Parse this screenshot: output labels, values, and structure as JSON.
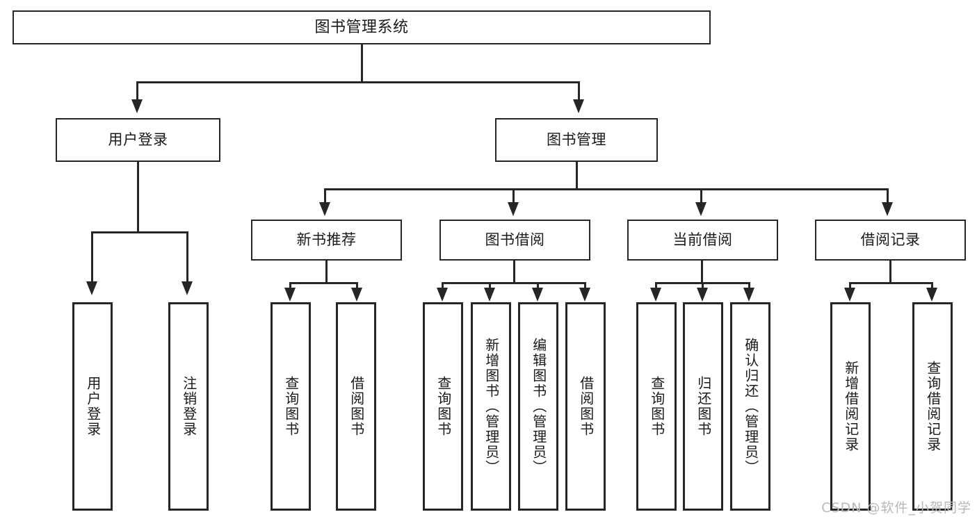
{
  "diagram": {
    "type": "tree-hierarchy-chart",
    "title": "图书管理系统",
    "line_color": "#262626",
    "box_fill": "#ffffff",
    "text_color": "#1a1a1a",
    "watermark": "CSDN @软件_小贺同学",
    "nodes": {
      "root": "图书管理系统",
      "level2": [
        {
          "label": "用户登录"
        },
        {
          "label": "图书管理"
        }
      ],
      "level3": [
        {
          "label": "新书推荐"
        },
        {
          "label": "图书借阅"
        },
        {
          "label": "当前借阅"
        },
        {
          "label": "借阅记录"
        }
      ],
      "leaves": {
        "user_login": [
          {
            "label": "用户登录"
          },
          {
            "label": "注销登录"
          }
        ],
        "new_book_recommend": [
          {
            "label": "查询图书"
          },
          {
            "label": "借阅图书"
          }
        ],
        "book_borrow": [
          {
            "label": "查询图书"
          },
          {
            "label": "新增图书（管理员）"
          },
          {
            "label": "编辑图书（管理员）"
          },
          {
            "label": "借阅图书"
          }
        ],
        "current_borrow": [
          {
            "label": "查询图书"
          },
          {
            "label": "归还图书"
          },
          {
            "label": "确认归还（管理员）"
          }
        ],
        "borrow_record": [
          {
            "label": "新增借阅记录"
          },
          {
            "label": "查询借阅记录"
          }
        ]
      }
    }
  }
}
